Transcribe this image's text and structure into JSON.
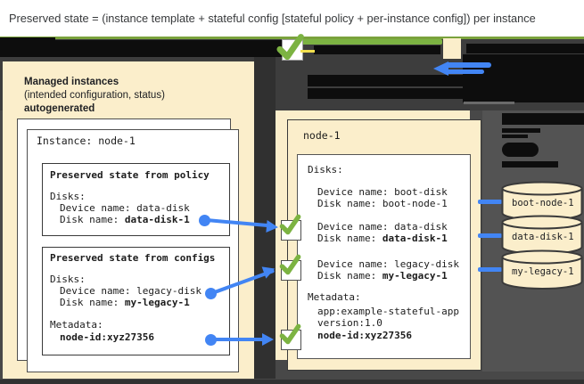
{
  "header": {
    "formula": "Preserved state = (instance template + stateful config [stateful policy + per-instance config]) per instance"
  },
  "colors": {
    "cream": "#fbeecb",
    "green": "#7cb342",
    "blue": "#4285f4",
    "background": "#484848",
    "redaction": "#0d0d0d"
  },
  "managed_panel": {
    "title": "Managed instances",
    "subtitle": "(intended configuration, status)",
    "note": "autogenerated",
    "instance_title": "Instance: node-1",
    "policy_box": {
      "title": "Preserved state from policy",
      "disks_heading": "Disks:",
      "device_name": "Device name: data-disk",
      "disk_name_label": "Disk name: ",
      "disk_name_value": "data-disk-1"
    },
    "configs_box": {
      "title": "Preserved state from configs",
      "disks_heading": "Disks:",
      "device_name": "Device name: legacy-disk",
      "disk_name_label": "Disk name: ",
      "disk_name_value": "my-legacy-1",
      "metadata_heading": "Metadata:",
      "metadata_value": "node-id:xyz27356"
    }
  },
  "vm_panel": {
    "title": "node-1",
    "disks_heading": "Disks:",
    "boot_device": "Device name: boot-disk",
    "boot_disk": "Disk name: boot-node-1",
    "data_device": "Device name: data-disk",
    "data_disk_label": "Disk name: ",
    "data_disk_value": "data-disk-1",
    "legacy_device": "Device name: legacy-disk",
    "legacy_disk_label": "Disk name: ",
    "legacy_disk_value": "my-legacy-1",
    "metadata_heading": "Metadata:",
    "metadata_app": "app:example-stateful-app",
    "metadata_version": "version:1.0",
    "metadata_node_id": "node-id:xyz27356"
  },
  "disk_cylinders": [
    {
      "name": "boot-node-1"
    },
    {
      "name": "data-disk-1"
    },
    {
      "name": "my-legacy-1"
    }
  ]
}
